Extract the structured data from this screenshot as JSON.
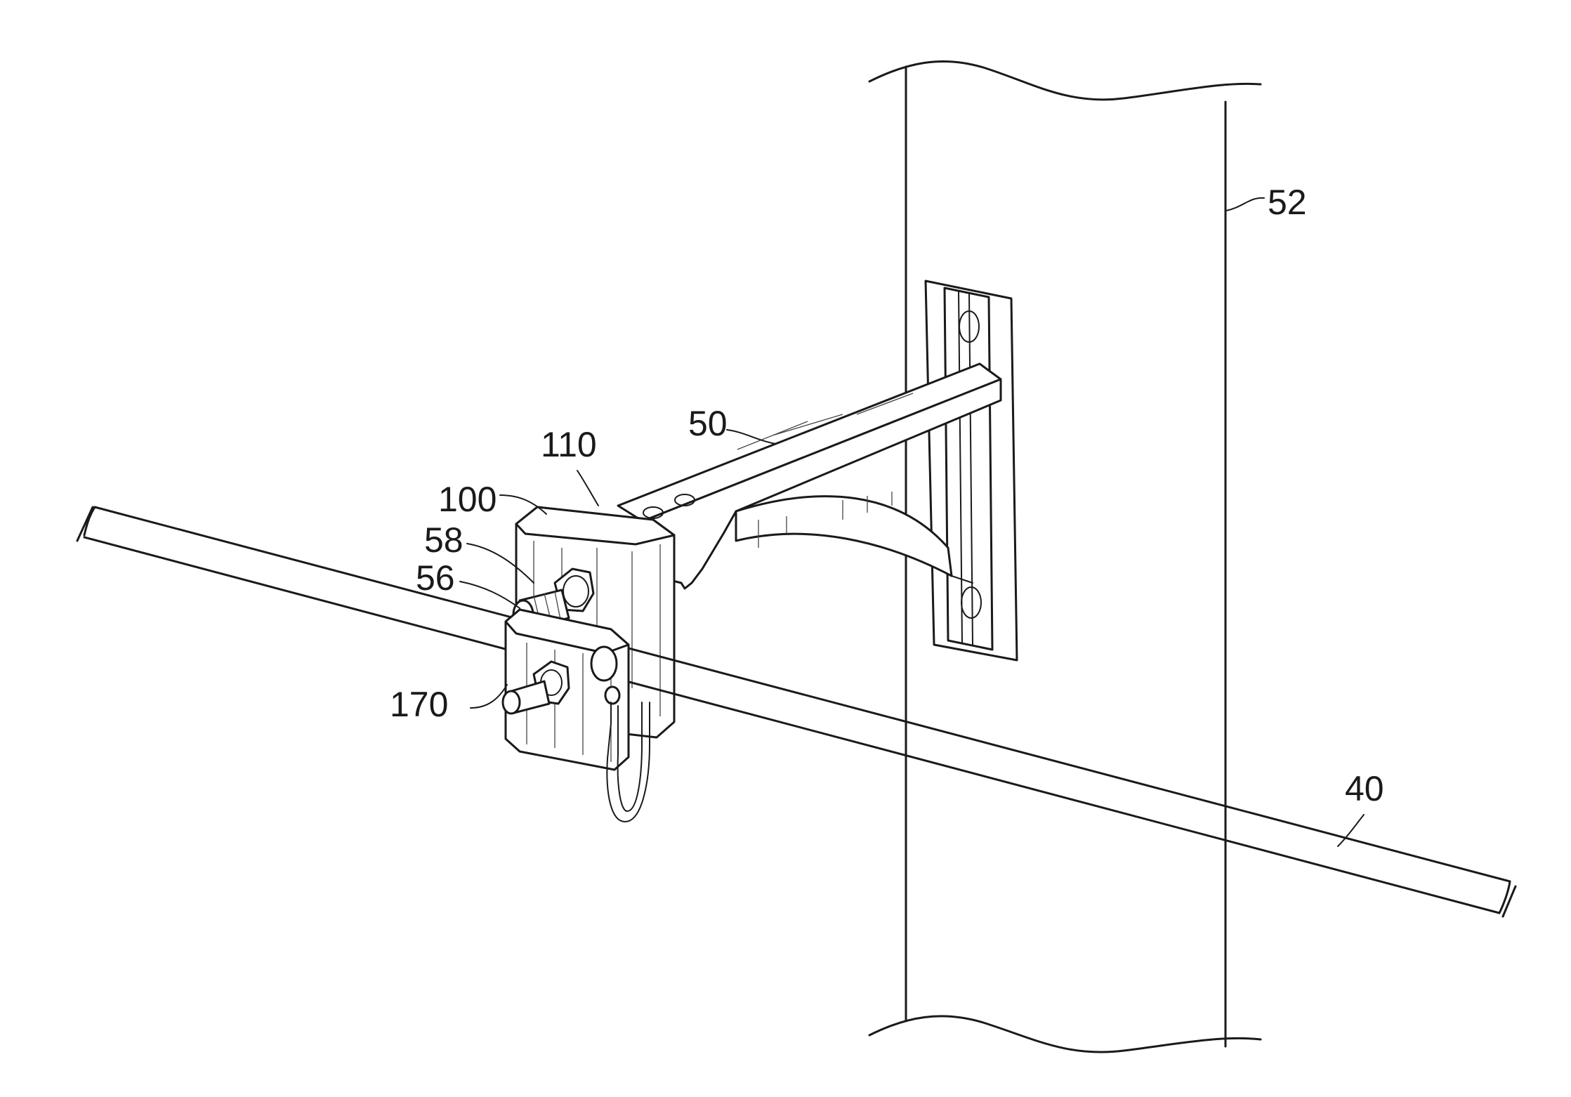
{
  "labels": {
    "pole": "52",
    "cable": "40",
    "arm": "50",
    "clamp_top": "110",
    "clamp_body": "100",
    "nut": "58",
    "bolt": "56",
    "lower_clamp": "170"
  }
}
